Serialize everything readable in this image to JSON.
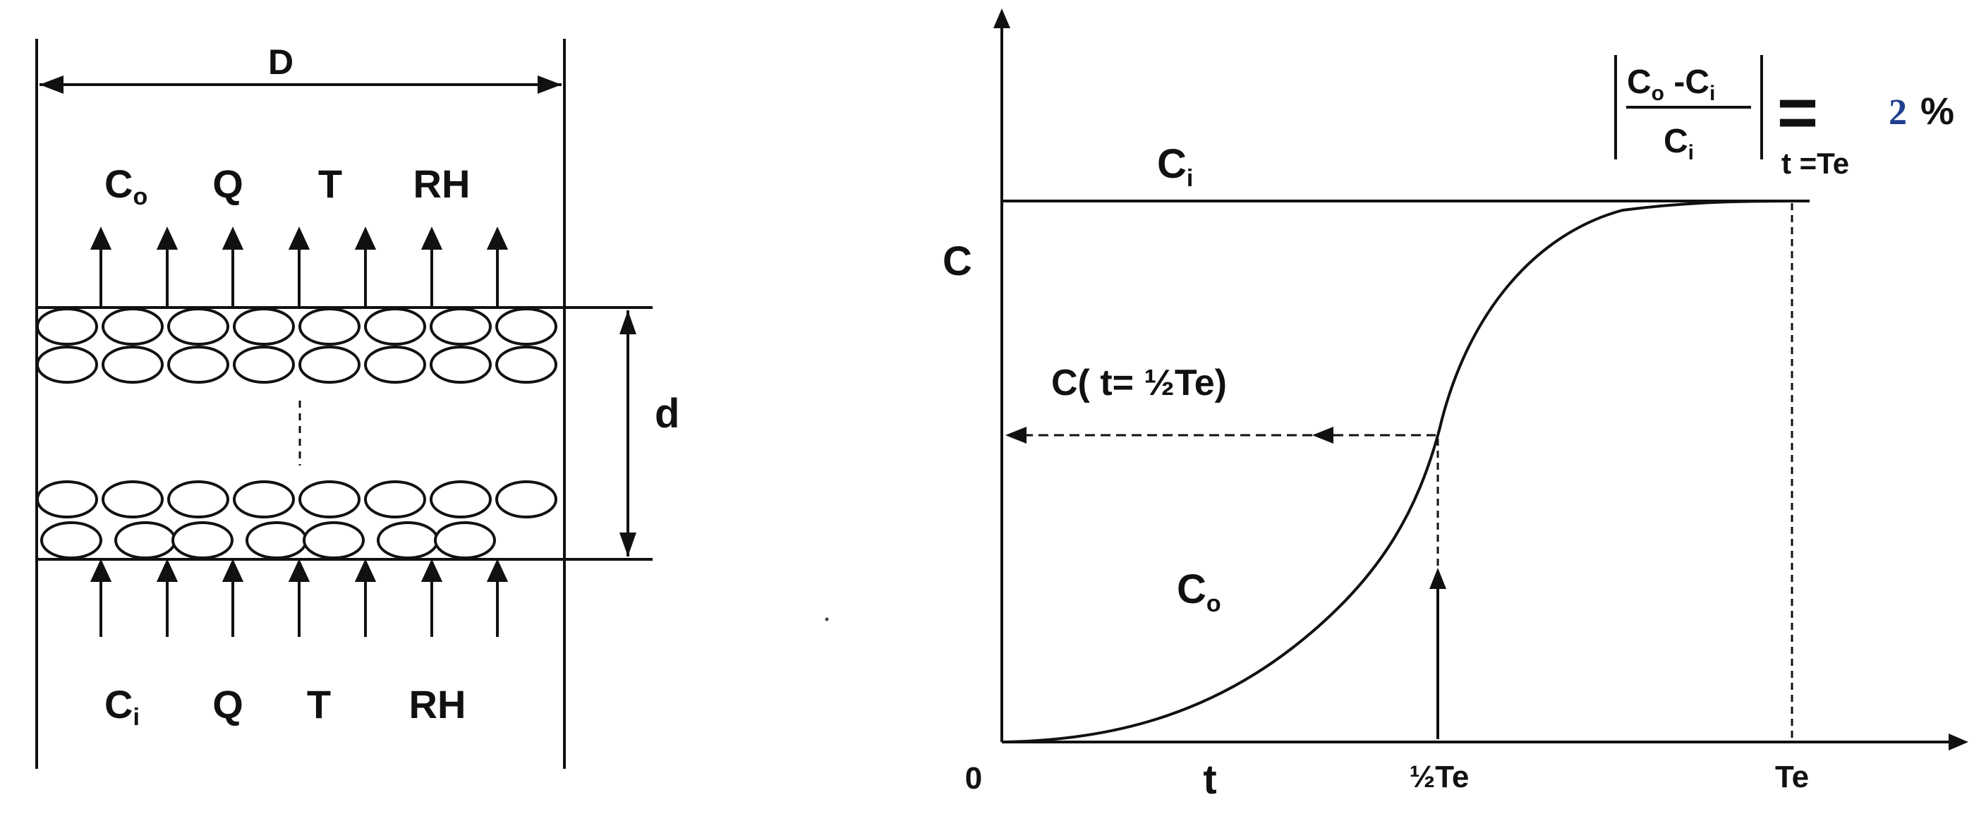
{
  "left_diagram": {
    "width_label": "D",
    "thickness_label": "d",
    "outlet_labels": {
      "concentration": "C",
      "concentration_sub": "o",
      "flow": "Q",
      "temperature": "T",
      "humidity": "RH"
    },
    "inlet_labels": {
      "concentration": "C",
      "concentration_sub": "i",
      "flow": "Q",
      "temperature": "T",
      "humidity": "RH"
    }
  },
  "right_chart": {
    "y_axis_label": "C",
    "origin_label": "0",
    "x_axis_label": "t",
    "x_ticks": [
      "½Te",
      "Te"
    ],
    "inlet_line_label": "C",
    "inlet_line_sub": "i",
    "curve_label": "C",
    "curve_sub": "o",
    "midpoint_label": "C( t= ½Te)",
    "criterion": {
      "num_left": "C",
      "num_left_sub": "o",
      "num_op": " -C",
      "num_right_sub": "i",
      "den": "C",
      "den_sub": "i",
      "equals": "=",
      "value": "2",
      "unit": "%",
      "condition": "t =Te"
    },
    "colors": {
      "criterion_value": "#1f3f8f",
      "ink": "#111111"
    }
  }
}
